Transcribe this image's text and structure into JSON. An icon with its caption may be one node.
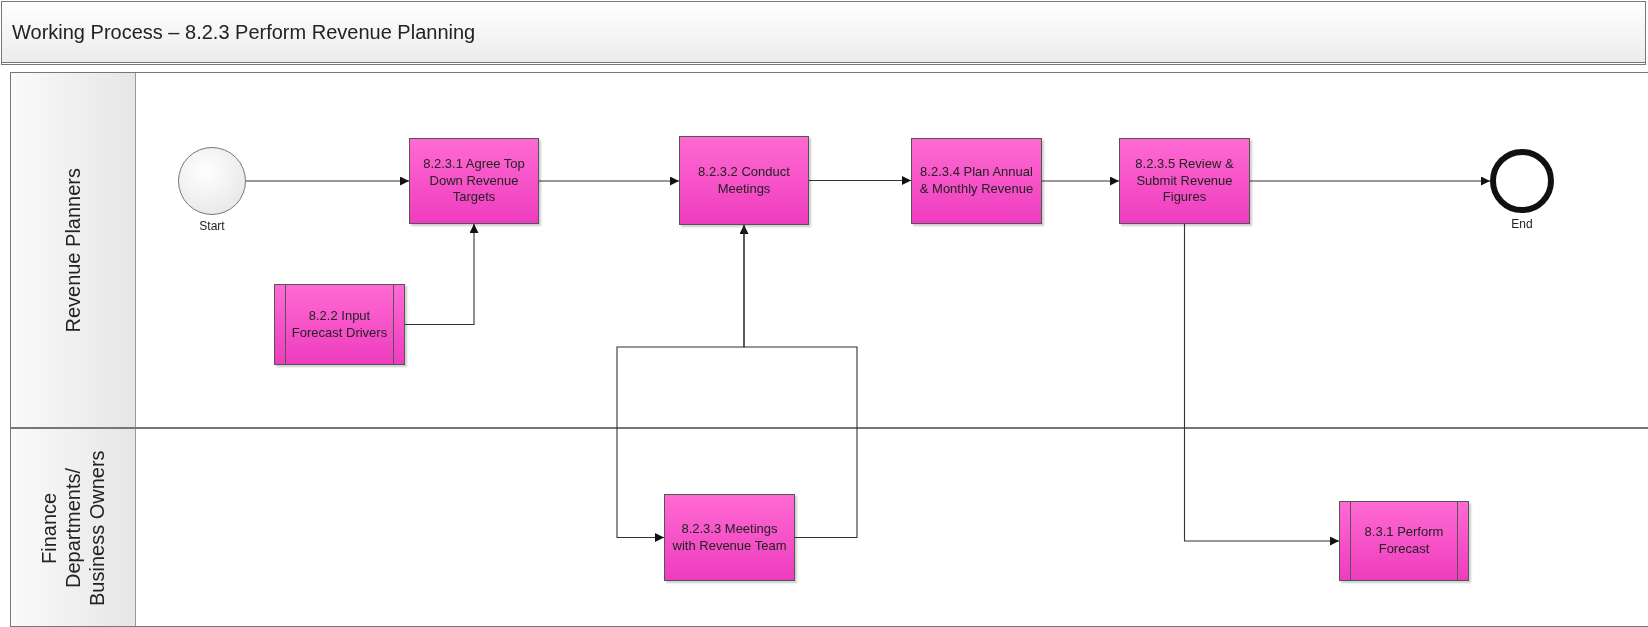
{
  "diagram": {
    "title": "Working Process – 8.2.3 Perform Revenue Planning",
    "nodes": [
      {
        "text": [
          "Revenue Planners"
        ]
      },
      {
        "text": [
          "Finance Departments/ Business Owners"
        ]
      },
      {
        "text": [],
        "shape": "circle",
        "beside": [
          "Start"
        ],
        "in": 0
      },
      {
        "text": [
          "8.2.3.1 Agree Top Down Revenue Targets"
        ],
        "in": 0
      },
      {
        "text": [
          "8.2.2 Input Forecast Drivers"
        ],
        "in": 0
      },
      {
        "text": [
          "8.2.3.2 Conduct Meetings"
        ],
        "in": 0
      },
      {
        "text": [
          "8.2.3.4 Plan Annual & Monthly Revenue"
        ],
        "in": 0
      },
      {
        "text": [
          "8.2.3.5 Review & Submit Revenue Figures"
        ],
        "in": 0
      },
      {
        "text": [],
        "shape": "circle",
        "beside": [
          "End"
        ],
        "in": 0
      },
      {
        "text": [
          "8.2.3.3 Meetings with Revenue Team"
        ],
        "in": 1
      },
      {
        "text": [
          "8.3.1 Perform Forecast"
        ],
        "in": 1
      }
    ],
    "edges": [
      {
        "from": 2,
        "to": 3,
        "arrow": "to"
      },
      {
        "from": 4,
        "to": 3,
        "arrow": "to"
      },
      {
        "from": 3,
        "to": 5,
        "arrow": "to"
      },
      {
        "from": 9,
        "to": 5,
        "arrow": "to"
      },
      {
        "from": 5,
        "to": 9,
        "arrow": "to"
      },
      {
        "from": 5,
        "to": 6,
        "arrow": "to"
      },
      {
        "from": 6,
        "to": 7,
        "arrow": "to"
      },
      {
        "from": 7,
        "to": 8,
        "arrow": "to"
      },
      {
        "from": 7,
        "to": 10,
        "arrow": "to"
      }
    ]
  }
}
